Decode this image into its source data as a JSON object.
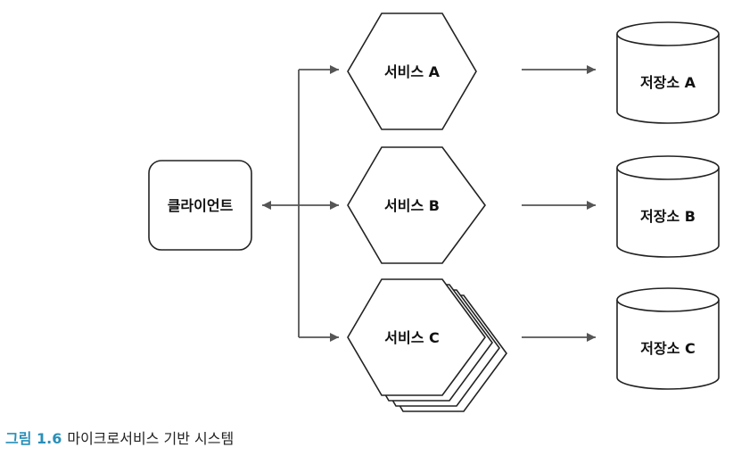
{
  "client": {
    "label": "클라이언트"
  },
  "services": [
    {
      "label": "서비스 A"
    },
    {
      "label": "서비스 B"
    },
    {
      "label": "서비스 C",
      "multiple_instances": true
    }
  ],
  "stores": [
    {
      "label": "저장소 A"
    },
    {
      "label": "저장소 B"
    },
    {
      "label": "저장소 C"
    }
  ],
  "caption": {
    "number": "그림 1.6",
    "text": "마이크로서비스 기반 시스템"
  },
  "colors": {
    "line": "#555555",
    "caption_number": "#2a8fb8"
  }
}
